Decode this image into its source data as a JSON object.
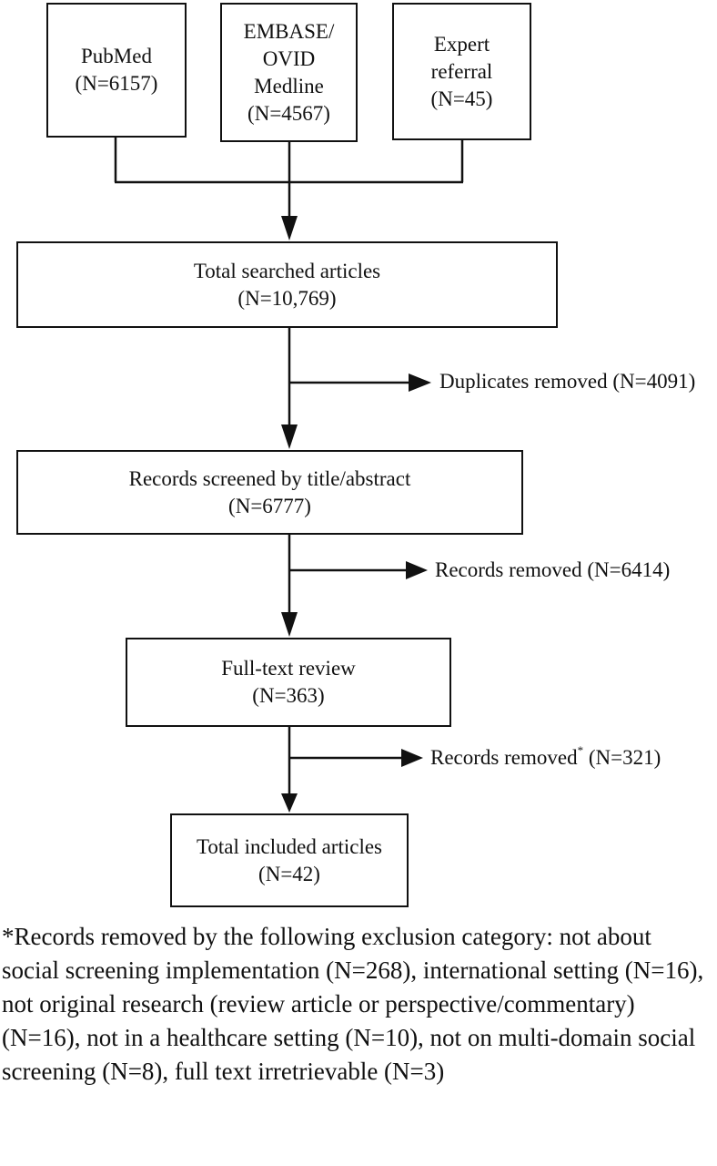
{
  "sources": [
    {
      "id": "pubmed",
      "lines": [
        "PubMed",
        "(N=6157)"
      ]
    },
    {
      "id": "embase",
      "lines": [
        "EMBASE/",
        "OVID",
        "Medline",
        "(N=4567)"
      ]
    },
    {
      "id": "expert",
      "lines": [
        "Expert",
        "referral",
        "(N=45)"
      ]
    }
  ],
  "stages": [
    {
      "id": "total-searched",
      "lines": [
        "Total searched articles",
        "(N=10,769)"
      ]
    },
    {
      "id": "screened",
      "lines": [
        "Records screened by title/abstract",
        "(N=6777)"
      ]
    },
    {
      "id": "full-text",
      "lines": [
        "Full-text review",
        "(N=363)"
      ]
    },
    {
      "id": "included",
      "lines": [
        "Total included articles",
        "(N=42)"
      ]
    }
  ],
  "exclusions": [
    {
      "id": "duplicates",
      "label": "Duplicates removed (N=4091)"
    },
    {
      "id": "records-removed-1",
      "label": "Records removed (N=6414)"
    },
    {
      "id": "records-removed-2",
      "label": "Records removed",
      "marker": "*",
      "count": "(N=321)"
    }
  ],
  "footnote": "*Records removed by the following exclusion category: not about social screening implementation (N=268), international setting (N=16), not original research (review article or perspective/commentary) (N=16), not in a healthcare setting (N=10), not on multi-domain social screening (N=8), full text irretrievable (N=3)"
}
